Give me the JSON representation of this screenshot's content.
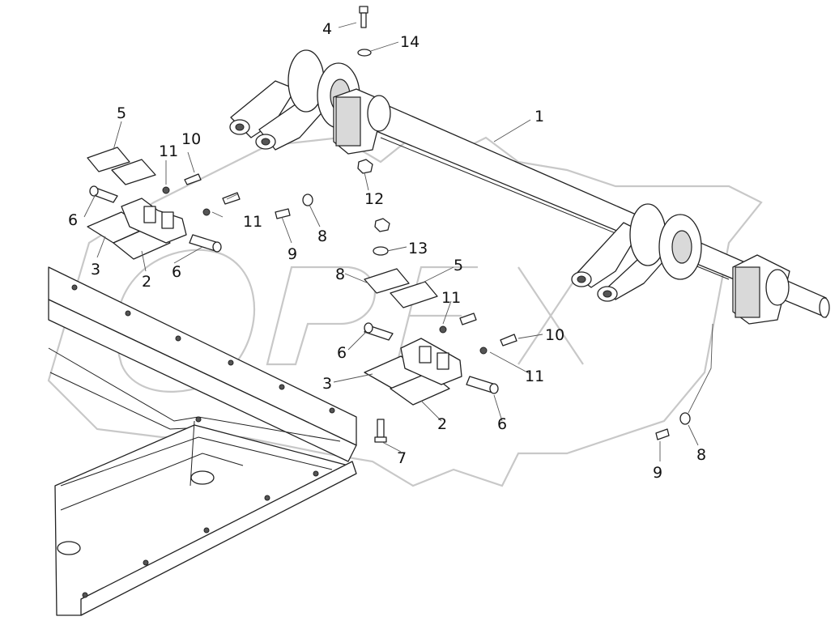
{
  "figure": {
    "watermark_text": "OPEX",
    "callouts": [
      {
        "id": "c1",
        "text": "1"
      },
      {
        "id": "c4",
        "text": "4"
      },
      {
        "id": "c14",
        "text": "14"
      },
      {
        "id": "c5a",
        "text": "5"
      },
      {
        "id": "c11a",
        "text": "11"
      },
      {
        "id": "c10a",
        "text": "10"
      },
      {
        "id": "c6a",
        "text": "6"
      },
      {
        "id": "c3a",
        "text": "3"
      },
      {
        "id": "c2a",
        "text": "2"
      },
      {
        "id": "c6b",
        "text": "6"
      },
      {
        "id": "c11b",
        "text": "11"
      },
      {
        "id": "c9a",
        "text": "9"
      },
      {
        "id": "c8a",
        "text": "8"
      },
      {
        "id": "c12",
        "text": "12"
      },
      {
        "id": "c13",
        "text": "13"
      },
      {
        "id": "c8b",
        "text": "8"
      },
      {
        "id": "c5b",
        "text": "5"
      },
      {
        "id": "c11c",
        "text": "11"
      },
      {
        "id": "c10b",
        "text": "10"
      },
      {
        "id": "c6c",
        "text": "6"
      },
      {
        "id": "c3b",
        "text": "3"
      },
      {
        "id": "c11d",
        "text": "11"
      },
      {
        "id": "c2b",
        "text": "2"
      },
      {
        "id": "c6d",
        "text": "6"
      },
      {
        "id": "c7",
        "text": "7"
      },
      {
        "id": "c9b",
        "text": "9"
      },
      {
        "id": "c8c",
        "text": "8"
      }
    ]
  }
}
